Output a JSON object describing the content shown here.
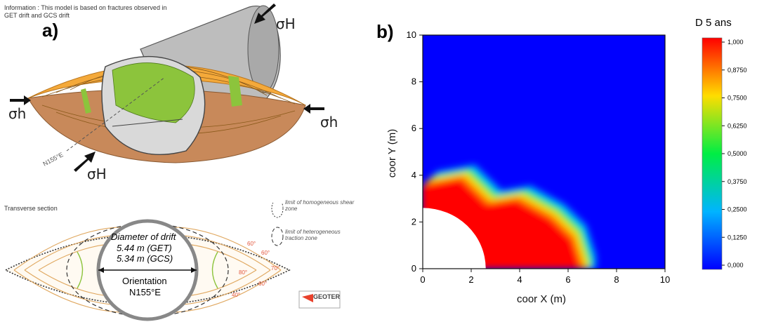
{
  "panel_a": {
    "label": "a)",
    "info_text": "Information : This model is based on fractures observed in GET drift and GCS drift",
    "sigma_H_top": "σH",
    "sigma_h_left": "σh",
    "sigma_h_right": "σh",
    "sigma_H_bottom": "σH",
    "orientation_tag": "N155°E",
    "transverse_title": "Transverse section",
    "legend_homogeneous": "limit of homogeneous shear zone",
    "legend_heterogeneous": "limit of heterogeneous traction zone",
    "diameter_title": "Diameter of drift",
    "diameter_get": "5.44 m (GET)",
    "diameter_gcs": "5.34 m (GCS)",
    "orientation_title": "Orientation",
    "orientation_value": "N155°E",
    "logo_text": "GEOTER",
    "angle_labels": [
      "60°",
      "60°",
      "70°",
      "80°",
      "60°",
      "40°"
    ],
    "colors": {
      "orange": "#f4a93a",
      "brown": "#c8895a",
      "green": "#8cc43c",
      "grey": "#b9b9b9"
    }
  },
  "panel_b": {
    "label": "b)",
    "colorbar_title": "D 5 ans"
  },
  "chart_data": {
    "type": "heatmap",
    "xlabel": "coor X (m)",
    "ylabel": "coor Y (m)",
    "xlim": [
      0,
      10
    ],
    "ylim": [
      0,
      10
    ],
    "xticks": [
      "0",
      "2",
      "4",
      "6",
      "8",
      "10"
    ],
    "yticks": [
      "0",
      "2",
      "4",
      "6",
      "8",
      "10"
    ],
    "colorbar_title": "D 5 ans",
    "colorbar_ticks": [
      "1,000",
      "0,8750",
      "0,7500",
      "0,6250",
      "0,5000",
      "0,3750",
      "0,2500",
      "0,1250",
      "0,000"
    ],
    "hole_radius": 2.6,
    "damage_front": [
      [
        0,
        3.6
      ],
      [
        1.6,
        3.9
      ],
      [
        2.7,
        2.8
      ],
      [
        3.9,
        3.0
      ],
      [
        5.3,
        2.2
      ],
      [
        6.2,
        1.3
      ],
      [
        6.6,
        0
      ]
    ],
    "damage_range": [
      0,
      1
    ]
  }
}
